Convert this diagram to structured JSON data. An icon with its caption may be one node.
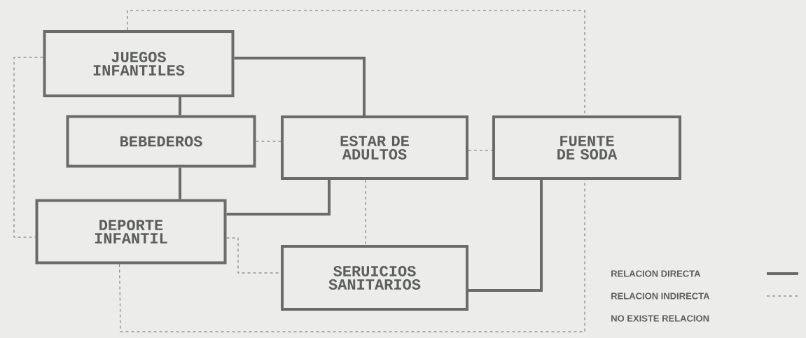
{
  "diagram": {
    "nodes": [
      {
        "text": [
          "JUEGOS INFANTILES"
        ]
      },
      {
        "text": [
          "BEBEDEROS"
        ]
      },
      {
        "text": [
          "ESTAR DE ADULTOS"
        ]
      },
      {
        "text": [
          "FUENTE DE SODA"
        ]
      },
      {
        "text": [
          "DEPORTE INFANTIL"
        ]
      },
      {
        "text": [
          "SERUICIOS SANITARIOS"
        ]
      }
    ],
    "edges": [
      {
        "from": 0,
        "to": 1,
        "arrow": "none",
        "style": "thick"
      },
      {
        "from": 0,
        "to": 2,
        "arrow": "none",
        "style": "thick"
      },
      {
        "from": 1,
        "to": 4,
        "arrow": "none",
        "style": "thick"
      },
      {
        "from": 4,
        "to": 2,
        "arrow": "none",
        "style": "thick"
      },
      {
        "from": 3,
        "to": 5,
        "arrow": "none",
        "style": "thick"
      },
      {
        "from": 0,
        "to": 3,
        "arrow": "none",
        "style": "dashed"
      },
      {
        "from": 0,
        "to": 4,
        "arrow": "none",
        "style": "dashed"
      },
      {
        "from": 1,
        "to": 2,
        "arrow": "none",
        "style": "dashed"
      },
      {
        "from": 2,
        "to": 3,
        "arrow": "none",
        "style": "dashed"
      },
      {
        "from": 2,
        "to": 5,
        "arrow": "none",
        "style": "dashed"
      },
      {
        "from": 4,
        "to": 5,
        "arrow": "none",
        "style": "dashed"
      },
      {
        "from": 4,
        "to": 3,
        "arrow": "none",
        "style": "dashed"
      }
    ],
    "legend": [
      {
        "text": "RELACION DIRECTA"
      },
      {
        "text": "RELACION INDIRECTA"
      },
      {
        "text": "NO EXISTE RELACION"
      }
    ]
  }
}
